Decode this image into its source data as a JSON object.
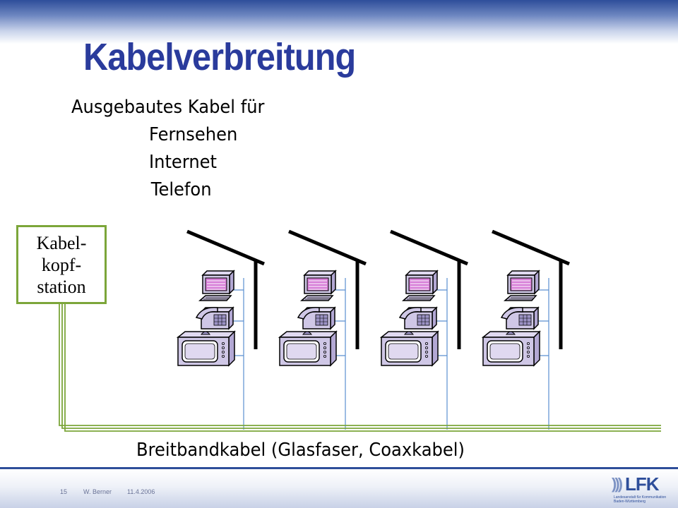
{
  "title": "Kabelverbreitung",
  "intro": "Ausgebautes Kabel für",
  "services": [
    "Fernsehen",
    "Internet",
    "Telefon"
  ],
  "headend_label": "Kabel-\nkopf-\nstation",
  "cable_label": "Breitbandkabel (Glasfaser, Coaxkabel)",
  "household_count": 4,
  "household_devices": [
    "computer-icon",
    "telephone-icon",
    "television-icon"
  ],
  "footer": {
    "page_number": "15",
    "author": "W. Berner",
    "date": "11.4.2006"
  },
  "logo": {
    "mark": ")))",
    "text": "LFK",
    "line1": "Landesanstalt für Kommunikation",
    "line2": "Baden-Württemberg"
  },
  "colors": {
    "title": "#2a3b9c",
    "band": "#2e4e9a",
    "cable_green": "#7ca63a",
    "drop_line": "#5b8fd0",
    "device_fill": "#cfc7e6",
    "screen_fill": "#d77fd8"
  }
}
